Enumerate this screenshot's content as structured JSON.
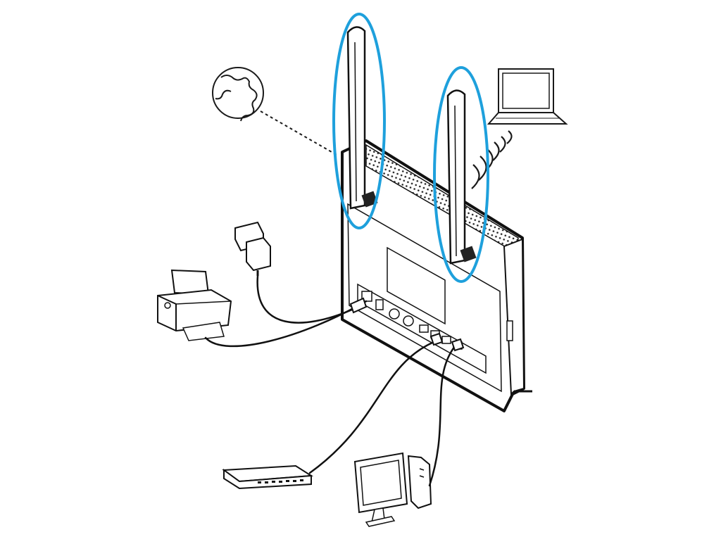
{
  "diagram": {
    "caption": "",
    "accent_color": "#1ea0dc",
    "line_color": "#1a1a1a",
    "devices": [
      {
        "id": "internet",
        "icon": "globe-icon",
        "link": "dashed"
      },
      {
        "id": "laptop",
        "icon": "laptop-icon",
        "link": "wifi-waves"
      },
      {
        "id": "power-adapter",
        "icon": "power-adapter-icon",
        "link": "cable"
      },
      {
        "id": "printer",
        "icon": "printer-icon",
        "link": "cable"
      },
      {
        "id": "network-switch",
        "icon": "switch-icon",
        "link": "cable"
      },
      {
        "id": "desktop-computer",
        "icon": "desktop-computer-icon",
        "link": "cable"
      }
    ],
    "router": {
      "icon": "router-icon",
      "antennas": 2,
      "antenna_highlight": "#1ea0dc"
    }
  }
}
